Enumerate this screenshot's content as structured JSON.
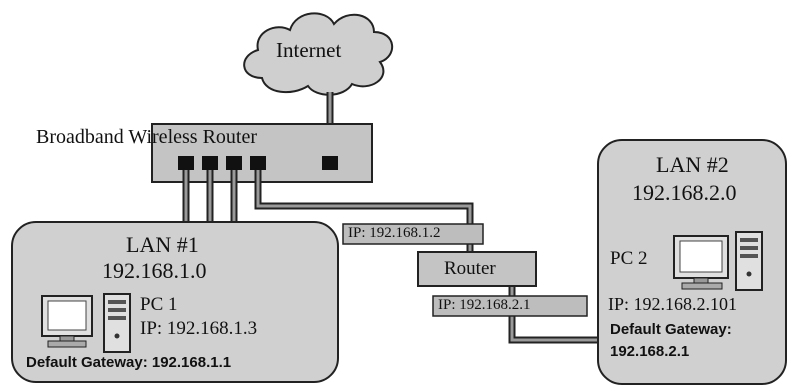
{
  "internet": {
    "label": "Internet"
  },
  "broadband_router": {
    "label": "Broadband Wireless Router"
  },
  "lan1": {
    "title": "LAN #1",
    "subnet": "192.168.1.0",
    "pc_name": "PC 1",
    "pc_ip": "IP: 192.168.1.3",
    "gateway": "Default Gateway: 192.168.1.1"
  },
  "router": {
    "label": "Router",
    "ip_lan1": "IP: 192.168.1.2",
    "ip_lan2": "IP: 192.168.2.1"
  },
  "lan2": {
    "title": "LAN #2",
    "subnet": "192.168.2.0",
    "pc_name": "PC 2",
    "pc_ip": "IP: 192.168.2.101",
    "gateway_line1": "Default Gateway:",
    "gateway_line2": "192.168.2.1"
  },
  "colors": {
    "panel_fill": "#d0d0d0",
    "box_fill": "#c4c4c4",
    "label_fill": "#bdbdbd",
    "stroke": "#222222"
  }
}
